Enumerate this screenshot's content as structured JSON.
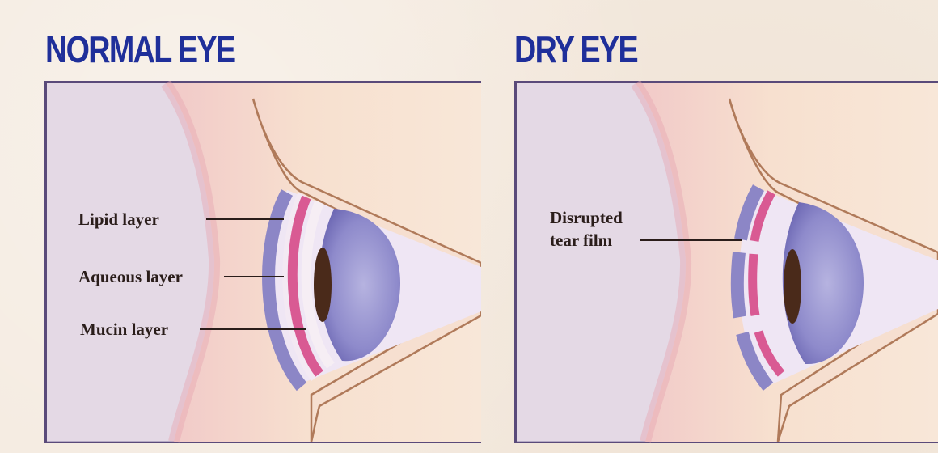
{
  "titles": {
    "normal": "NORMAL EYE",
    "dry": "DRY EYE"
  },
  "normal_eye": {
    "labels": {
      "lipid": "Lipid layer",
      "aqueous": "Aqueous layer",
      "mucin": "Mucin layer"
    }
  },
  "dry_eye": {
    "label_line1": "Disrupted",
    "label_line2": "tear film"
  },
  "colors": {
    "title": "#1f2f9a",
    "frame": "#5a4a7a",
    "skin": "#f5dccd",
    "skin_shadow": "#e9b2b8",
    "iris": "#8f8cc8",
    "lipid": "#8c86c6",
    "aqueous": "#d95a93",
    "pupil": "#4a2a1a"
  }
}
